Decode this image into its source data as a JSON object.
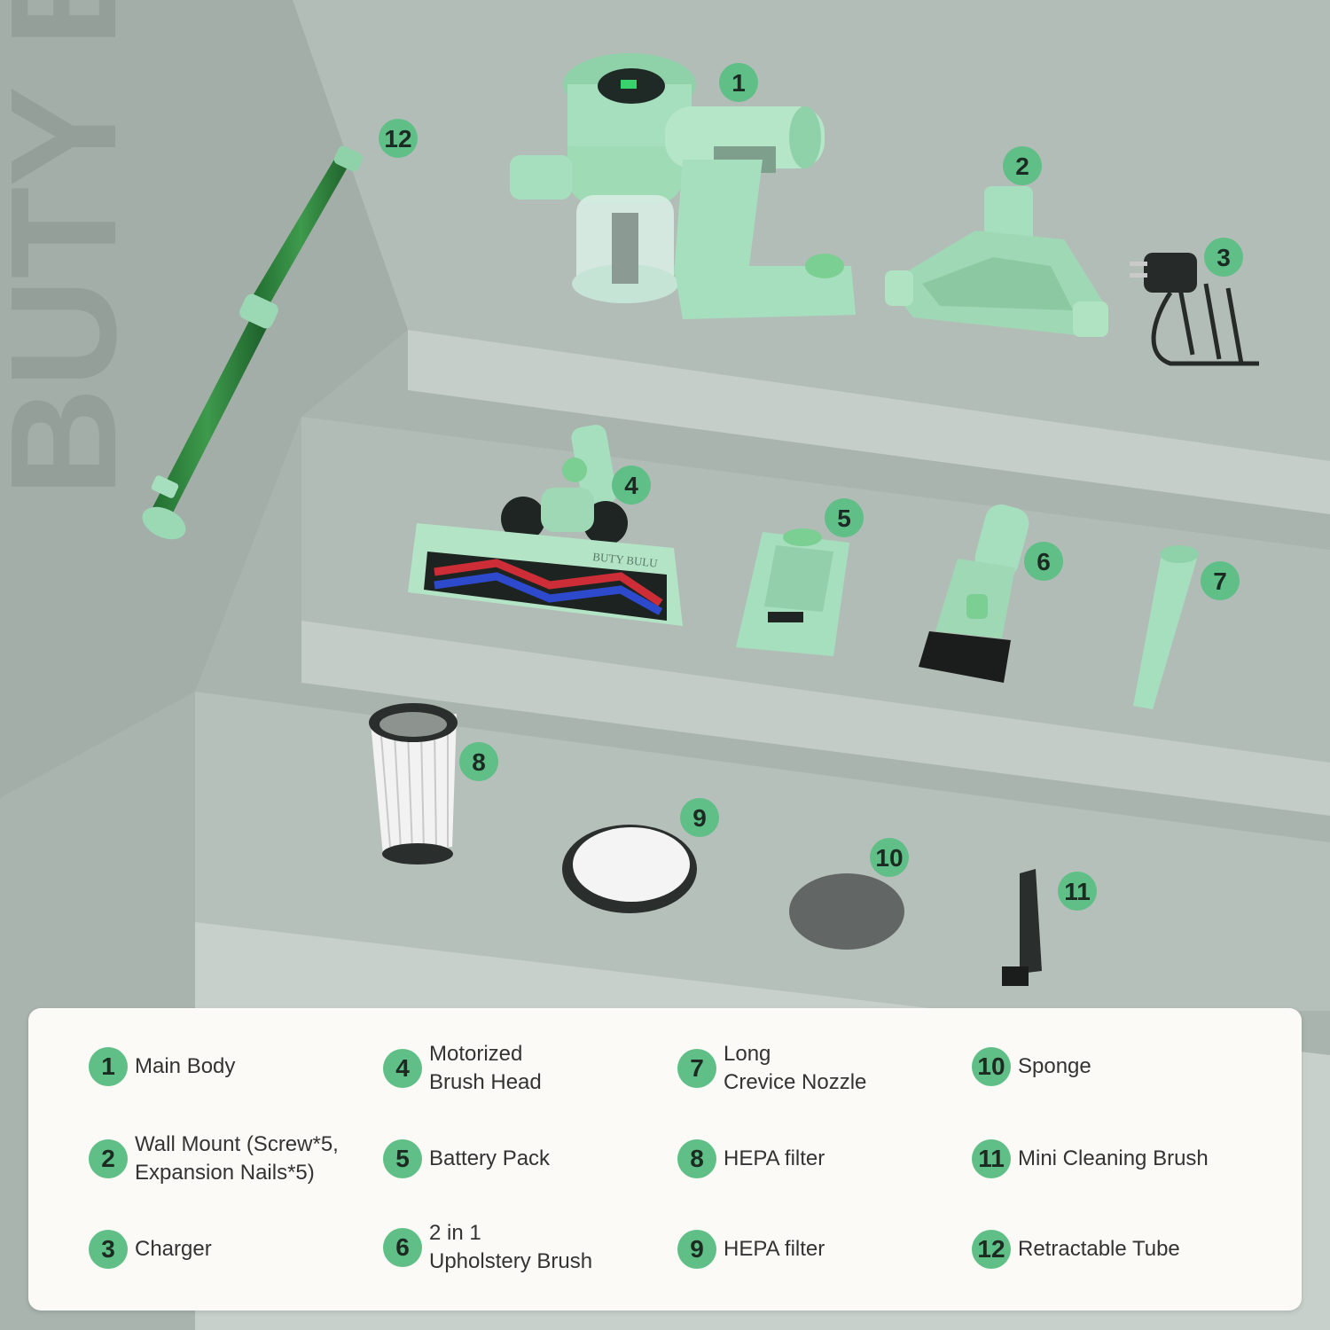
{
  "brand_watermark": "BUTY BUL",
  "brush_head_brand": "BUTY BULU",
  "colors": {
    "background": "#a9b4ae",
    "badge": "#5fbf86",
    "product_green": "#a6dfbd",
    "tube_green": "#2f7d3d",
    "legend_bg": "#fbfaf6"
  },
  "callouts": [
    "1",
    "2",
    "3",
    "4",
    "5",
    "6",
    "7",
    "8",
    "9",
    "10",
    "11",
    "12"
  ],
  "legend": [
    {
      "num": "1",
      "label": "Main Body"
    },
    {
      "num": "2",
      "label": "Wall Mount (Screw*5,\nExpansion Nails*5)"
    },
    {
      "num": "3",
      "label": "Charger"
    },
    {
      "num": "4",
      "label": "Motorized\nBrush Head"
    },
    {
      "num": "5",
      "label": "Battery Pack"
    },
    {
      "num": "6",
      "label": "2 in 1\nUpholstery Brush"
    },
    {
      "num": "7",
      "label": "Long\nCrevice Nozzle"
    },
    {
      "num": "8",
      "label": "HEPA filter"
    },
    {
      "num": "9",
      "label": "HEPA filter"
    },
    {
      "num": "10",
      "label": "Sponge"
    },
    {
      "num": "11",
      "label": "Mini Cleaning Brush"
    },
    {
      "num": "12",
      "label": "Retractable Tube"
    }
  ]
}
